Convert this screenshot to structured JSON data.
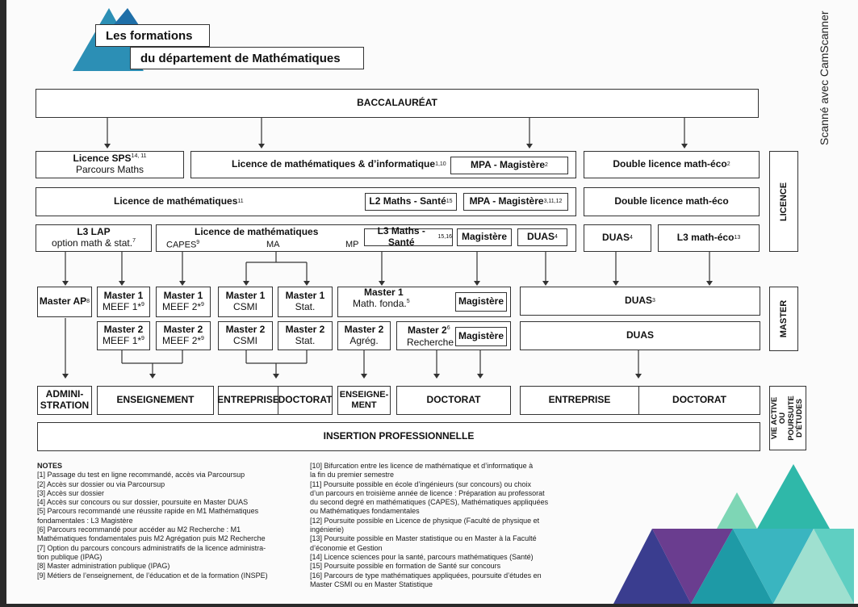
{
  "title": {
    "line1": "Les formations",
    "line2": "du département de Mathématiques"
  },
  "scan_watermark": "Scanné avec CamScanner",
  "bac": "BACCALAURÉAT",
  "row1": {
    "sps_title": "Licence SPS",
    "sps_sup": "14, 11",
    "sps_sub": "Parcours Maths",
    "mathinfo": "Licence de mathématiques & d’informatique",
    "mathinfo_sup": "1,10",
    "mpa": "MPA - Magistère",
    "mpa_sup": "2",
    "double": "Double licence math-éco",
    "double_sup": "2"
  },
  "row2": {
    "lmath": "Licence de mathématiques",
    "lmath_sup": "11",
    "l2sante": "L2 Maths - Santé",
    "l2sante_sup": "15",
    "mpa": "MPA - Magistère",
    "mpa_sup": "3,11,12",
    "double": "Double licence math-éco"
  },
  "row3": {
    "l3lap": "L3 LAP",
    "l3lap_sub": "option math & stat.",
    "l3lap_sup": "7",
    "lmath": "Licence de mathématiques",
    "capes": "CAPES",
    "capes_sup": "9",
    "ma": "MA",
    "mp": "MP",
    "l3sante": "L3 Maths - Santé",
    "l3sante_sup": "15,16",
    "magistere": "Magistère",
    "duas": "DUAS",
    "duas_sup": "4",
    "duas2": "DUAS",
    "duas2_sup": "4",
    "l3eco": "L3 math-éco",
    "l3eco_sup": "13"
  },
  "master1": {
    "ap": "Master AP",
    "ap_sup": "8",
    "meef1": "Master 1",
    "meef1_sub": "MEEF 1*",
    "meef1_sup": "9",
    "meef2": "Master 1",
    "meef2_sub": "MEEF 2*",
    "meef2_sup": "9",
    "csmi": "Master 1",
    "csmi_sub": "CSMI",
    "stat": "Master 1",
    "stat_sub": "Stat.",
    "fonda": "Master 1",
    "fonda_sub": "Math. fonda.",
    "fonda_sup": "5",
    "magistere": "Magistère",
    "duas": "DUAS",
    "duas_sup": "3"
  },
  "master2": {
    "meef1": "Master 2",
    "meef1_sub": "MEEF 1*",
    "meef1_sup": "9",
    "meef2": "Master 2",
    "meef2_sub": "MEEF 2*",
    "meef2_sup": "9",
    "csmi": "Master 2",
    "csmi_sub": "CSMI",
    "stat": "Master 2",
    "stat_sub": "Stat.",
    "agreg": "Master 2",
    "agreg_sub": "Agrég.",
    "rech": "Master 2",
    "rech_sub": "Recherche",
    "rech_sup": "6",
    "magistere": "Magistère",
    "duas": "DUAS"
  },
  "outcomes": {
    "admin": "ADMINI-\nSTRATION",
    "enseignement": "ENSEIGNEMENT",
    "entreprise": "ENTREPRISE",
    "doctorat": "DOCTORAT",
    "enseigne2": "ENSEIGNE-\nMENT",
    "doctorat2": "DOCTORAT",
    "entreprise2": "ENTREPRISE",
    "doctorat3": "DOCTORAT",
    "insertion": "INSERTION PROFESSIONNELLE"
  },
  "side_labels": {
    "licence": "LICENCE",
    "master": "MASTER",
    "vie": "VIE ACTIVE OU\nPOURSUITE\nD’ÉTUDES"
  },
  "notes_left": [
    "NOTES",
    "[1] Passage du test en ligne recommandé, accès via Parcoursup",
    "[2] Accès sur dossier ou via Parcoursup",
    "[3] Accès sur dossier",
    "[4] Accès sur concours ou sur dossier, poursuite en Master DUAS",
    "[5] Parcours recommandé une réussite rapide en M1 Mathématiques",
    "fondamentales : L3 Magistère",
    "[6] Parcours recommandé pour accéder au M2 Recherche : M1",
    "Mathématiques fondamentales puis M2 Agrégation puis M2 Recherche",
    "[7] Option du parcours concours administratifs de la licence administra-",
    "tion publique (IPAG)",
    "[8] Master administration publique (IPAG)",
    "[9] Métiers de l’enseignement, de l’éducation et de la formation (INSPE)"
  ],
  "notes_right": [
    "[10] Bifurcation entre les licence de mathématique et d’informatique à",
    "la fin du premier semestre",
    "[11] Poursuite possible en école d’ingénieurs (sur concours) ou choix",
    "d’un parcours en troisième année de licence : Préparation au professorat",
    "du second degré en mathématiques (CAPES), Mathématiques appliquées",
    "ou Mathématiques fondamentales",
    "[12] Poursuite possible en Licence de physique (Faculté de physique et",
    "ingénierie)",
    "[13] Poursuite possible en Master statistique ou en Master à la Faculté",
    "d’économie et Gestion",
    "[14] Licence sciences pour la santé, parcours mathématiques (Santé)",
    "[15] Poursuite possible en formation de Santé sur concours",
    "[16] Parcours de type mathématiques appliquées, poursuite d’études en",
    "Master CSMI ou en Master Statistique"
  ],
  "colors": {
    "teal": "#1e9aa6",
    "blue": "#2c6fb5",
    "purple": "#6a3d8f",
    "green": "#7ed6b5"
  }
}
